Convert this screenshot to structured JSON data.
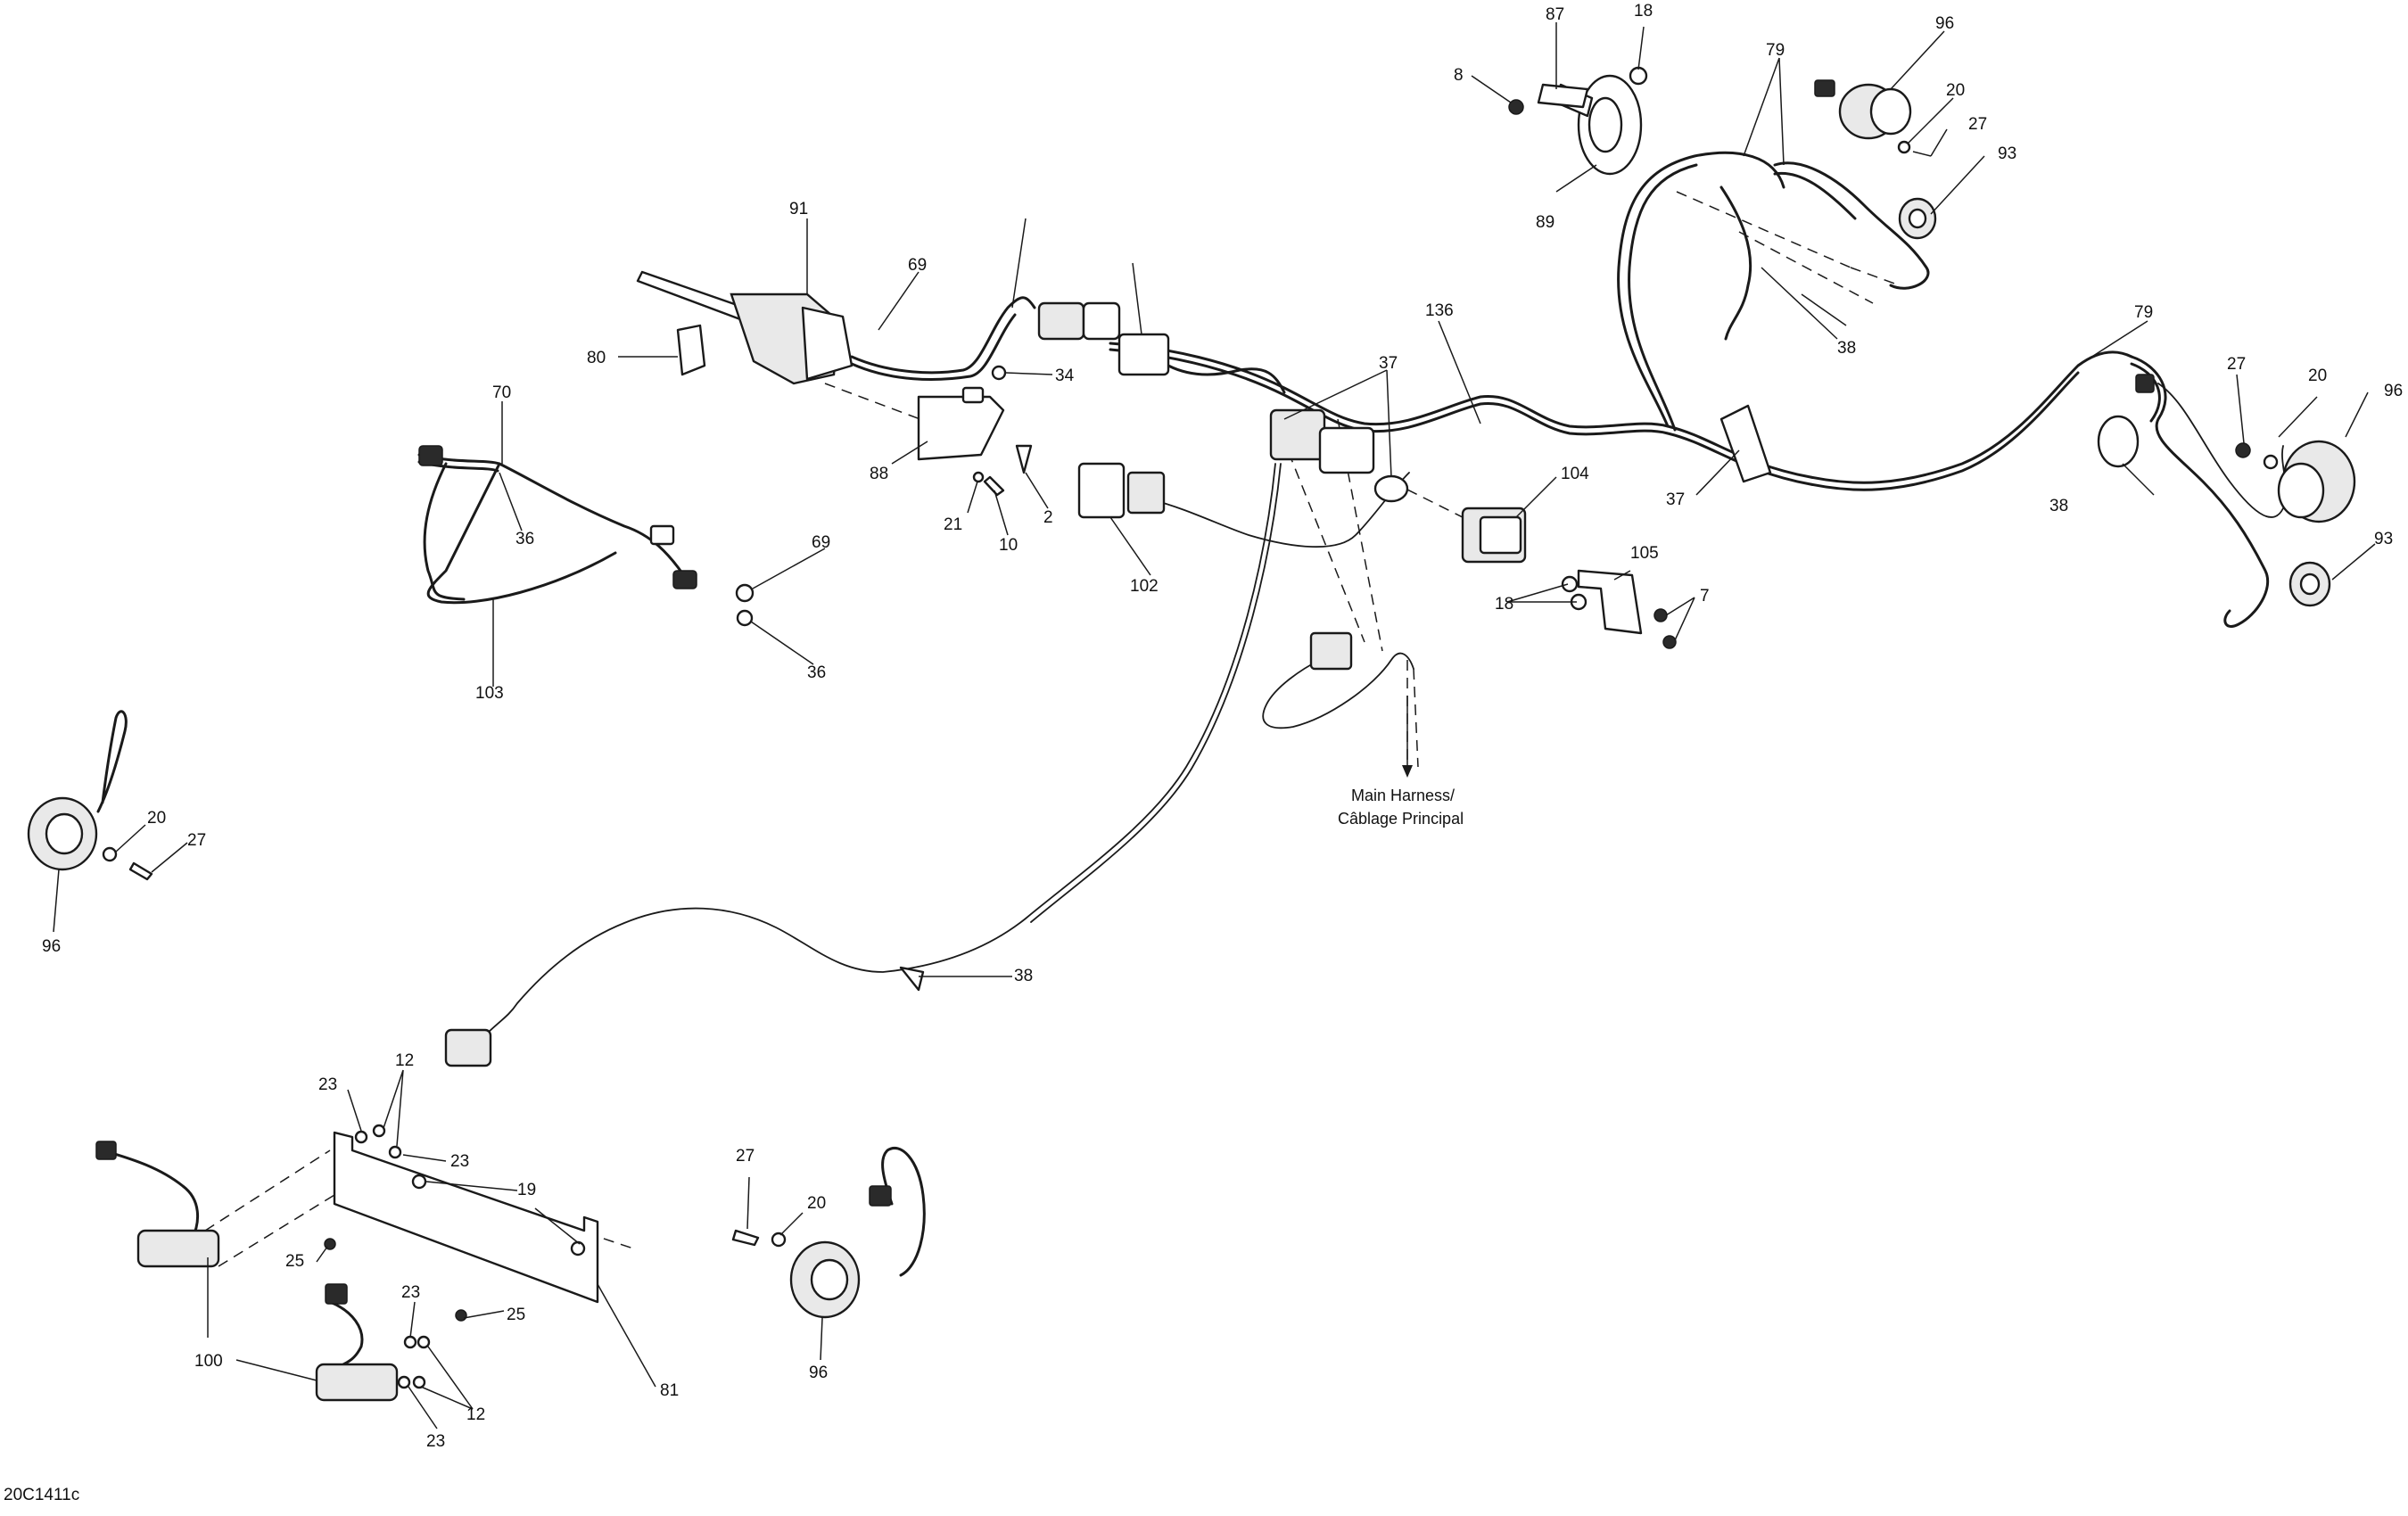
{
  "figure_id": "20C1411c",
  "note": {
    "line1": "Main Harness/",
    "line2": "Câblage Principal"
  },
  "callouts": [
    "87",
    "18",
    "8",
    "89",
    "79",
    "96",
    "20",
    "27",
    "93",
    "38",
    "91",
    "69",
    "80",
    "34",
    "88",
    "21",
    "10",
    "2",
    "70",
    "36",
    "103",
    "102",
    "37",
    "136",
    "104",
    "105",
    "7",
    "27",
    "20",
    "96",
    "93",
    "79",
    "38",
    "37",
    "69",
    "36",
    "20",
    "27",
    "96",
    "38",
    "12",
    "23",
    "23",
    "19",
    "25",
    "23",
    "25",
    "12",
    "23",
    "100",
    "81",
    "27",
    "20",
    "96",
    "18"
  ]
}
